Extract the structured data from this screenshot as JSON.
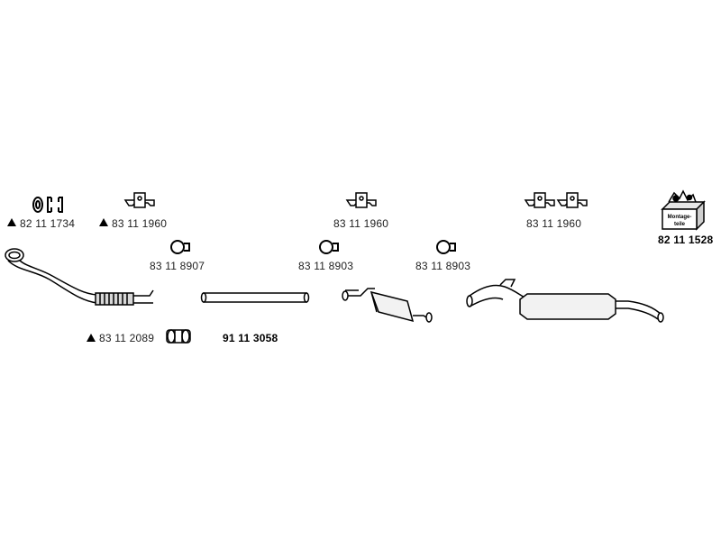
{
  "parts": {
    "rubber_mounts_top_left": "82 11 1734",
    "hanger_left": "83 11 1960",
    "hanger_middle": "83 11 1960",
    "hanger_right": "83 11 1960",
    "mounting_kit": "82 11 1528",
    "mounting_kit_box_text": "Montage-\nteile",
    "clamp_1": "83 11 8907",
    "clamp_2": "83 11 8903",
    "clamp_3": "83 11 8903",
    "clamp_front": "83 11 2089",
    "intermediate_pipe": "91 11 3058"
  },
  "icons": {
    "note_marker": "warning-triangle-icon"
  }
}
